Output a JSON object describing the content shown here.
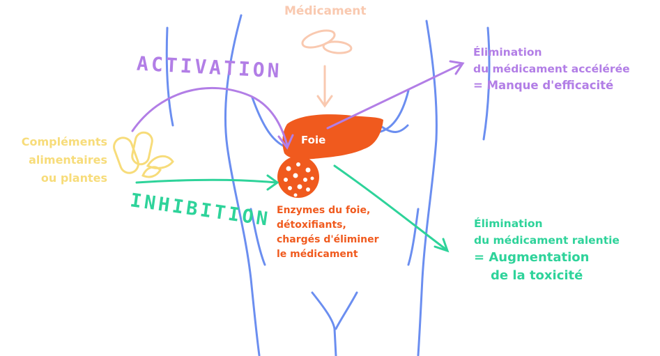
{
  "labels": {
    "medicament": "Médicament",
    "supplements": [
      "Compléments",
      "alimentaires",
      "ou plantes"
    ],
    "activation": "ACTIVATION",
    "inhibition": "INHIBITION",
    "liver": "Foie",
    "enzymes": [
      "Enzymes du foie,",
      "détoxifiants,",
      "chargés d'éliminer",
      "le médicament"
    ],
    "elimination_fast": [
      "Élimination",
      "du médicament accélérée",
      "= Manque d'efficacité"
    ],
    "elimination_slow": [
      "Élimination",
      "du médicament ralentie",
      "= Augmentation",
      "de la toxicité"
    ]
  },
  "colors": {
    "body_outline": "#6b8ef0",
    "pill": "#f9c9b0",
    "supplements": "#f7dc7a",
    "activation": "#b27ee6",
    "inhibition": "#2ed39a",
    "liver": "#f05a1e"
  }
}
